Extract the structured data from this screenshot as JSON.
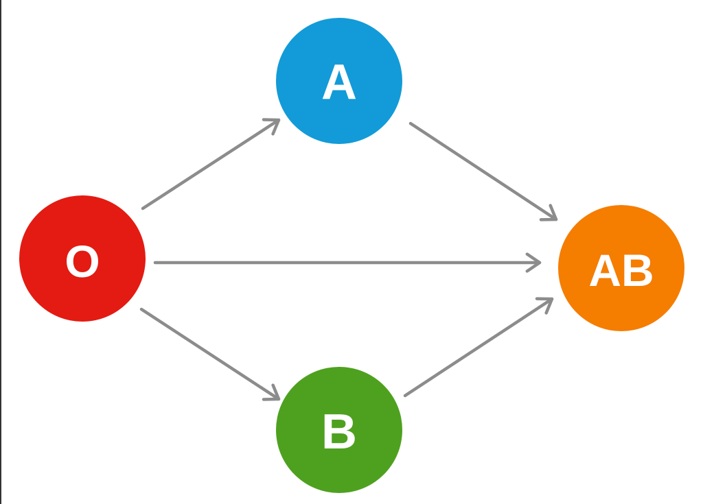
{
  "nodes": [
    {
      "id": "O",
      "label": "O",
      "color": "#e31b12"
    },
    {
      "id": "A",
      "label": "A",
      "color": "#129bd8"
    },
    {
      "id": "B",
      "label": "B",
      "color": "#4ea11f"
    },
    {
      "id": "AB",
      "label": "AB",
      "color": "#f57d00"
    }
  ],
  "edges": [
    {
      "from": "O",
      "to": "A"
    },
    {
      "from": "O",
      "to": "B"
    },
    {
      "from": "O",
      "to": "AB"
    },
    {
      "from": "A",
      "to": "AB"
    },
    {
      "from": "B",
      "to": "AB"
    }
  ],
  "colors": {
    "edge": "#8c8c8c",
    "background": "#ffffff"
  }
}
